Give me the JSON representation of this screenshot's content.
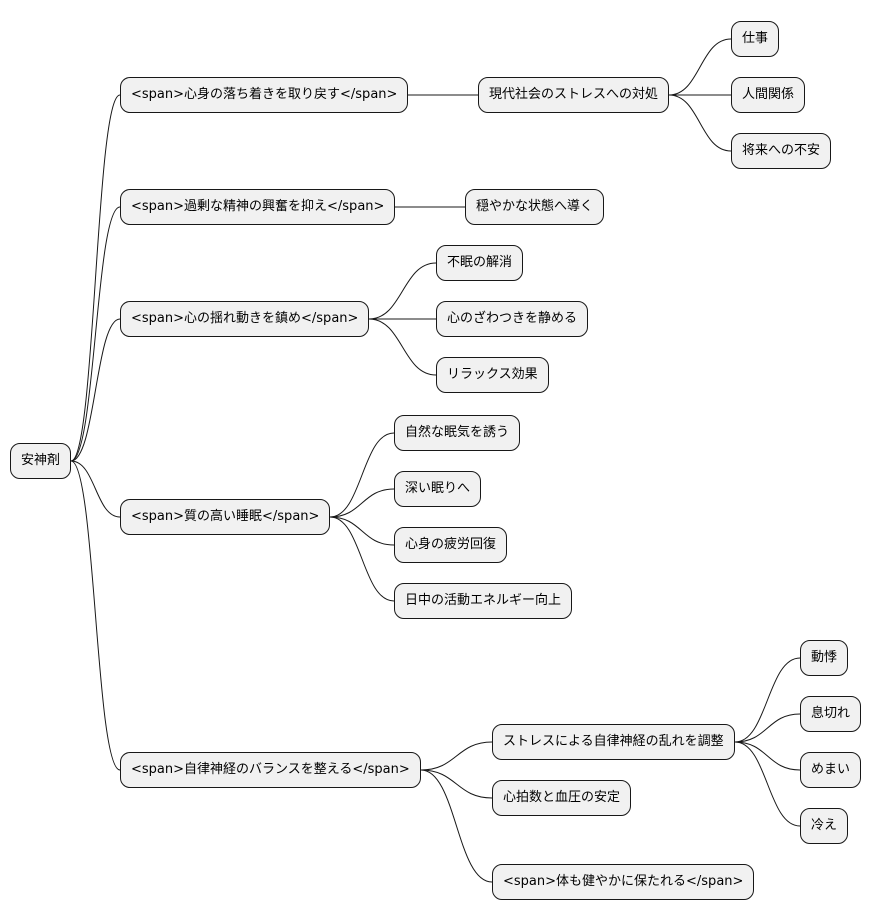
{
  "root": {
    "label": "安神剤"
  },
  "branches": [
    {
      "label": "<span>心身の落ち着きを取り戻す</span>",
      "children": [
        {
          "label": "現代社会のストレスへの対処",
          "children": [
            {
              "label": "仕事"
            },
            {
              "label": "人間関係"
            },
            {
              "label": "将来への不安"
            }
          ]
        }
      ]
    },
    {
      "label": "<span>過剰な精神の興奮を抑え</span>",
      "children": [
        {
          "label": "穏やかな状態へ導く"
        }
      ]
    },
    {
      "label": "<span>心の揺れ動きを鎮め</span>",
      "children": [
        {
          "label": "不眠の解消"
        },
        {
          "label": "心のざわつきを静める"
        },
        {
          "label": "リラックス効果"
        }
      ]
    },
    {
      "label": "<span>質の高い睡眠</span>",
      "children": [
        {
          "label": "自然な眠気を誘う"
        },
        {
          "label": "深い眠りへ"
        },
        {
          "label": "心身の疲労回復"
        },
        {
          "label": "日中の活動エネルギー向上"
        }
      ]
    },
    {
      "label": "<span>自律神経のバランスを整える</span>",
      "children": [
        {
          "label": "ストレスによる自律神経の乱れを調整",
          "children": [
            {
              "label": "動悸"
            },
            {
              "label": "息切れ"
            },
            {
              "label": "めまい"
            },
            {
              "label": "冷え"
            }
          ]
        },
        {
          "label": "心拍数と血圧の安定"
        },
        {
          "label": "<span>体も健やかに保たれる</span>"
        }
      ]
    }
  ]
}
